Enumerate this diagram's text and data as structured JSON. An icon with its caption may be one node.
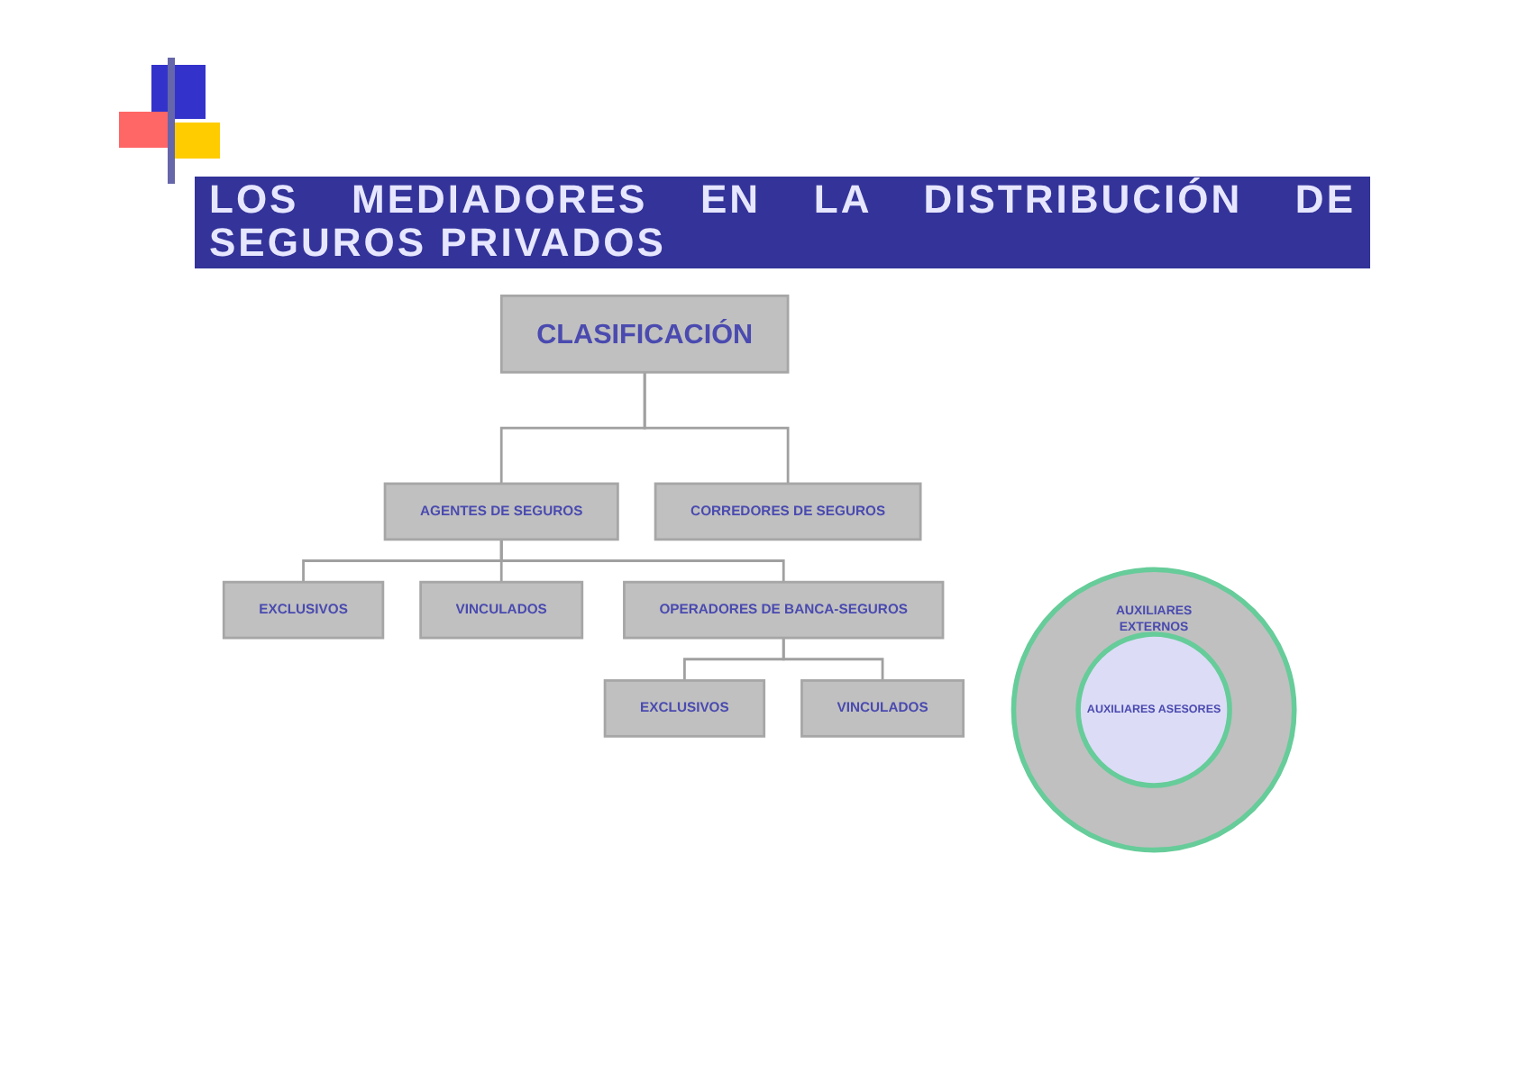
{
  "diagram": {
    "title": "LOS MEDIADORES EN LA DISTRIBUCIÓN DE SEGUROS PRIVADOS",
    "nodes": [
      {
        "text": [
          "CLASIFICACIÓN"
        ]
      },
      {
        "text": [
          "AGENTES DE SEGUROS"
        ]
      },
      {
        "text": [
          "CORREDORES DE SEGUROS"
        ]
      },
      {
        "text": [
          "EXCLUSIVOS"
        ]
      },
      {
        "text": [
          "VINCULADOS"
        ]
      },
      {
        "text": [
          "OPERADORES DE BANCA-SEGUROS"
        ]
      },
      {
        "text": [
          "EXCLUSIVOS"
        ]
      },
      {
        "text": [
          "VINCULADOS"
        ]
      },
      {
        "text": [
          "AUXILIARES EXTERNOS"
        ]
      },
      {
        "text": [
          "AUXILIARES ASESORES"
        ],
        "in": 8
      }
    ],
    "edges": [
      {
        "from": 0,
        "to": 1,
        "arrow": "none"
      },
      {
        "from": 0,
        "to": 2,
        "arrow": "none"
      },
      {
        "from": 1,
        "to": 3,
        "arrow": "none"
      },
      {
        "from": 1,
        "to": 4,
        "arrow": "none"
      },
      {
        "from": 1,
        "to": 5,
        "arrow": "none"
      },
      {
        "from": 5,
        "to": 6,
        "arrow": "none"
      },
      {
        "from": 5,
        "to": 7,
        "arrow": "none"
      }
    ]
  }
}
